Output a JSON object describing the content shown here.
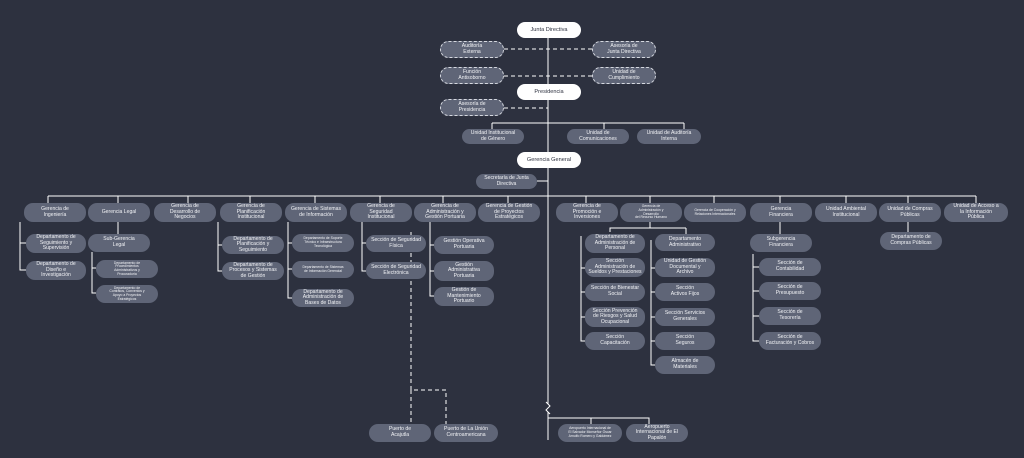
{
  "org_chart": {
    "top": {
      "board": "Junta Directiva",
      "presidency": "Presidencia",
      "general_management": "Gerencia General"
    },
    "board_staff": {
      "audit_external": "Auditoría\nExterna",
      "board_advisory": "Asesoría de\nJunta Directiva",
      "anti_bribery": "Función\nAntisoborno",
      "compliance": "Unidad de\nCumplimiento"
    },
    "presidency_staff": {
      "advisory": "Asesoría de\nPresidencia",
      "gender_unit": "Unidad Institucional\nde Género",
      "communications": "Unidad de\nComunicaciones",
      "internal_audit": "Unidad de Auditoría\nInterna"
    },
    "board_secretary": "Secretaría de Junta\nDirectiva",
    "managements": {
      "engineering": "Gerencia de\nIngeniería",
      "legal": "Gerencia Legal",
      "business_dev": "Gerencia de\nDesarrollo de\nNegocios",
      "planning": "Gerencia de\nPlanificación\nInstitucional",
      "info_systems": "Gerencia de Sistemas\nde Información",
      "security": "Gerencia de\nSeguridad\nInstitucional",
      "port_admin": "Gerencia de\nAdministración y\nGestión Portuaria",
      "strategic_projects": "Gerencia de Gestión\nde Proyectos\nEstratégicos",
      "promotion": "Gerencia de\nPromoción e\nInversiones",
      "hr": "Gerencia de\nAdministración y\nDesarrollo\ndel Recurso Humano",
      "cooperation": "Gerencia de Cooperación y\nRelaciones Internacionales",
      "finance": "Gerencia\nFinanciera",
      "environmental": "Unidad Ambiental\nInstitucional",
      "procurement": "Unidad de Compras\nPúblicas",
      "info_access": "Unidad de Acceso a\nla Información\nPública"
    },
    "engineering_units": {
      "supervision": "Departamento de\nSeguimiento y\nSupervisión",
      "design": "Departamento de\nDiseño e\nInvestigación"
    },
    "legal_units": {
      "sub_legal": "Sub-Gerencia\nLegal",
      "procedures": "Departamento de\nProcedimientos\nAdministrativos y\nProcuraduría",
      "contracts": "Departamento de\nContratos, Convenios y\nApoyo a Proyectos\nEstratégicos"
    },
    "planning_units": {
      "planning_dept": "Departamento de\nPlanificación y\nSeguimiento",
      "processes": "Departamento de\nProcesos y Sistemas\nde Gestión"
    },
    "it_units": {
      "tech_support": "Departamento de Soporte\nTécnico e Infraestructura\nTecnológica",
      "management_info": "Departamento de Sistemas\nde Información Gerencial",
      "databases": "Departamento de\nAdministración de\nBases de Datos"
    },
    "security_units": {
      "physical": "Sección de Seguridad\nFísica",
      "electronic": "Sección de Seguridad\nElectrónica"
    },
    "port_units": {
      "operations": "Gestión Operativa\nPortuaria",
      "administrative": "Gestión\nAdministrativa\nPortuaria",
      "maintenance": "Gestión de\nMantenimiento\nPortuario"
    },
    "hr_units": {
      "personnel_dept": "Departamento de\nAdministración de\nPersonal",
      "salaries": "Sección\nAdministración de\nSueldos y Prestaciones",
      "welfare": "Sección de Bienestar\nSocial",
      "risk_prevention": "Sección Prevención\nde Riesgos y Salud\nOcupacional",
      "training": "Sección\nCapacitación",
      "admin_dept": "Departamento\nAdministrativo",
      "documents": "Unidad de Gestión\nDocumental y\nArchivo",
      "fixed_assets": "Sección\nActivos Fijos",
      "general_services": "Sección Servicios\nGenerales",
      "insurance": "Sección\nSeguros",
      "warehouse": "Almacén de\nMateriales"
    },
    "finance_units": {
      "sub_finance": "Subgerencia\nFinanciera",
      "accounting": "Sección de\nContabilidad",
      "budget": "Sección de\nPresupuesto",
      "treasury": "Sección de\nTesorería",
      "billing": "Sección de\nFacturación y Cobros"
    },
    "procurement_units": {
      "dept": "Departamento de\nCompras Públicas"
    },
    "ports": {
      "acajutla": "Puerto de\nAcajutla",
      "la_union": "Puerto de La Unión\nCentroamericana"
    },
    "airports": {
      "monsenor_romero": "Aeropuerto Internacional de\nEl Salvador Monseñor Óscar\nArnulfo Romero y Galdámez",
      "el_papalon": "Aeropuerto\nInternacional de El\nPapalón"
    }
  },
  "colors": {
    "background": "#2d313f",
    "box": "#5f6577",
    "top_box": "#ffffff",
    "line": "#ffffff",
    "dashed_border": "#d6d9e0"
  }
}
